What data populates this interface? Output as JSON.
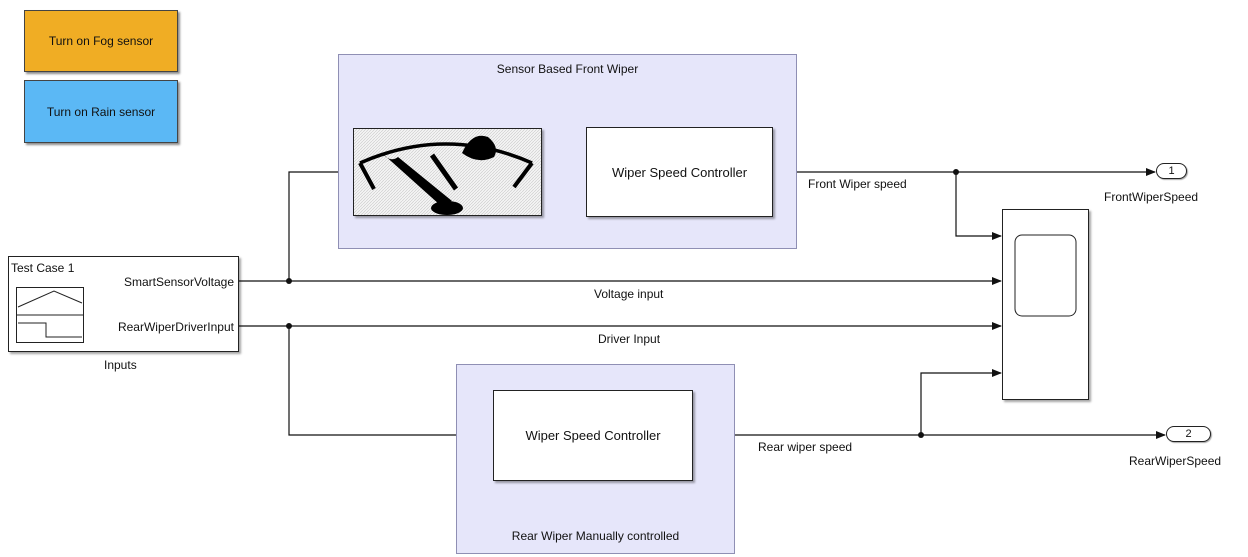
{
  "buttons": {
    "fog": "Turn on Fog sensor",
    "rain": "Turn on Rain sensor"
  },
  "areas": {
    "front": "Sensor Based Front Wiper",
    "rear": "Rear Wiper Manually controlled"
  },
  "blocks": {
    "front_controller": "Wiper Speed Controller",
    "rear_controller": "Wiper Speed Controller",
    "inputs": {
      "test_case": "Test Case 1",
      "port_voltage": "SmartSensorVoltage",
      "port_driver": "RearWiperDriverInput",
      "name": "Inputs"
    }
  },
  "signals": {
    "front_speed": "Front Wiper speed",
    "voltage": "Voltage input",
    "driver": "Driver Input",
    "rear_speed": "Rear wiper speed"
  },
  "outports": [
    {
      "number": "1",
      "name": "FrontWiperSpeed"
    },
    {
      "number": "2",
      "name": "RearWiperSpeed"
    }
  ],
  "colors": {
    "fog_button": "#f0ad24",
    "rain_button": "#5bb8f5",
    "subsystem_area": "#e6e6fa"
  }
}
